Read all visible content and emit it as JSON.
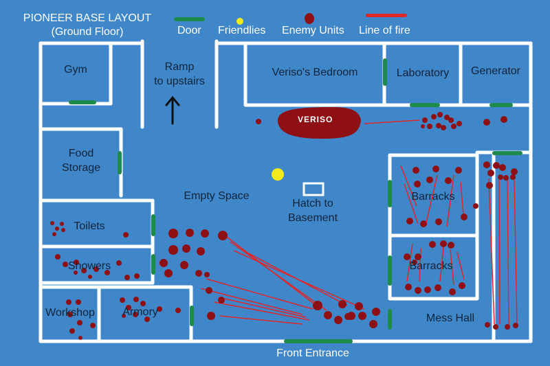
{
  "title": {
    "line1": "PIONEER BASE LAYOUT",
    "line2": "(Ground Floor)"
  },
  "legend": {
    "door": {
      "label": "Door",
      "color": "#1e8a4c"
    },
    "friendlies": {
      "label": "Friendlies",
      "color": "#f2ea1a"
    },
    "enemy": {
      "label": "Enemy Units",
      "color": "#8e0f14"
    },
    "line_of_fire": {
      "label": "Line of fire",
      "color": "#e0262a"
    }
  },
  "rooms": {
    "gym": "Gym",
    "ramp_line1": "Ramp",
    "ramp_line2": "to upstairs",
    "bedroom": "Veriso's Bedroom",
    "laboratory": "Laboratory",
    "generator": "Generator",
    "food_line1": "Food",
    "food_line2": "Storage",
    "empty_space": "Empty Space",
    "hatch_line1": "Hatch to",
    "hatch_line2": "Basement",
    "toilets": "Toilets",
    "showers": "Showers",
    "workshop": "Workshop",
    "armory": "Armory",
    "barracks_1": "Barracks",
    "barracks_2": "Barracks",
    "mess_hall": "Mess Hall",
    "front_entrance": "Front Entrance"
  },
  "boss": {
    "label": "VERISO"
  },
  "colors": {
    "background": "#3f87c9",
    "wall": "#ffffff",
    "text": "#11233a",
    "boss": "#8e0f14"
  }
}
